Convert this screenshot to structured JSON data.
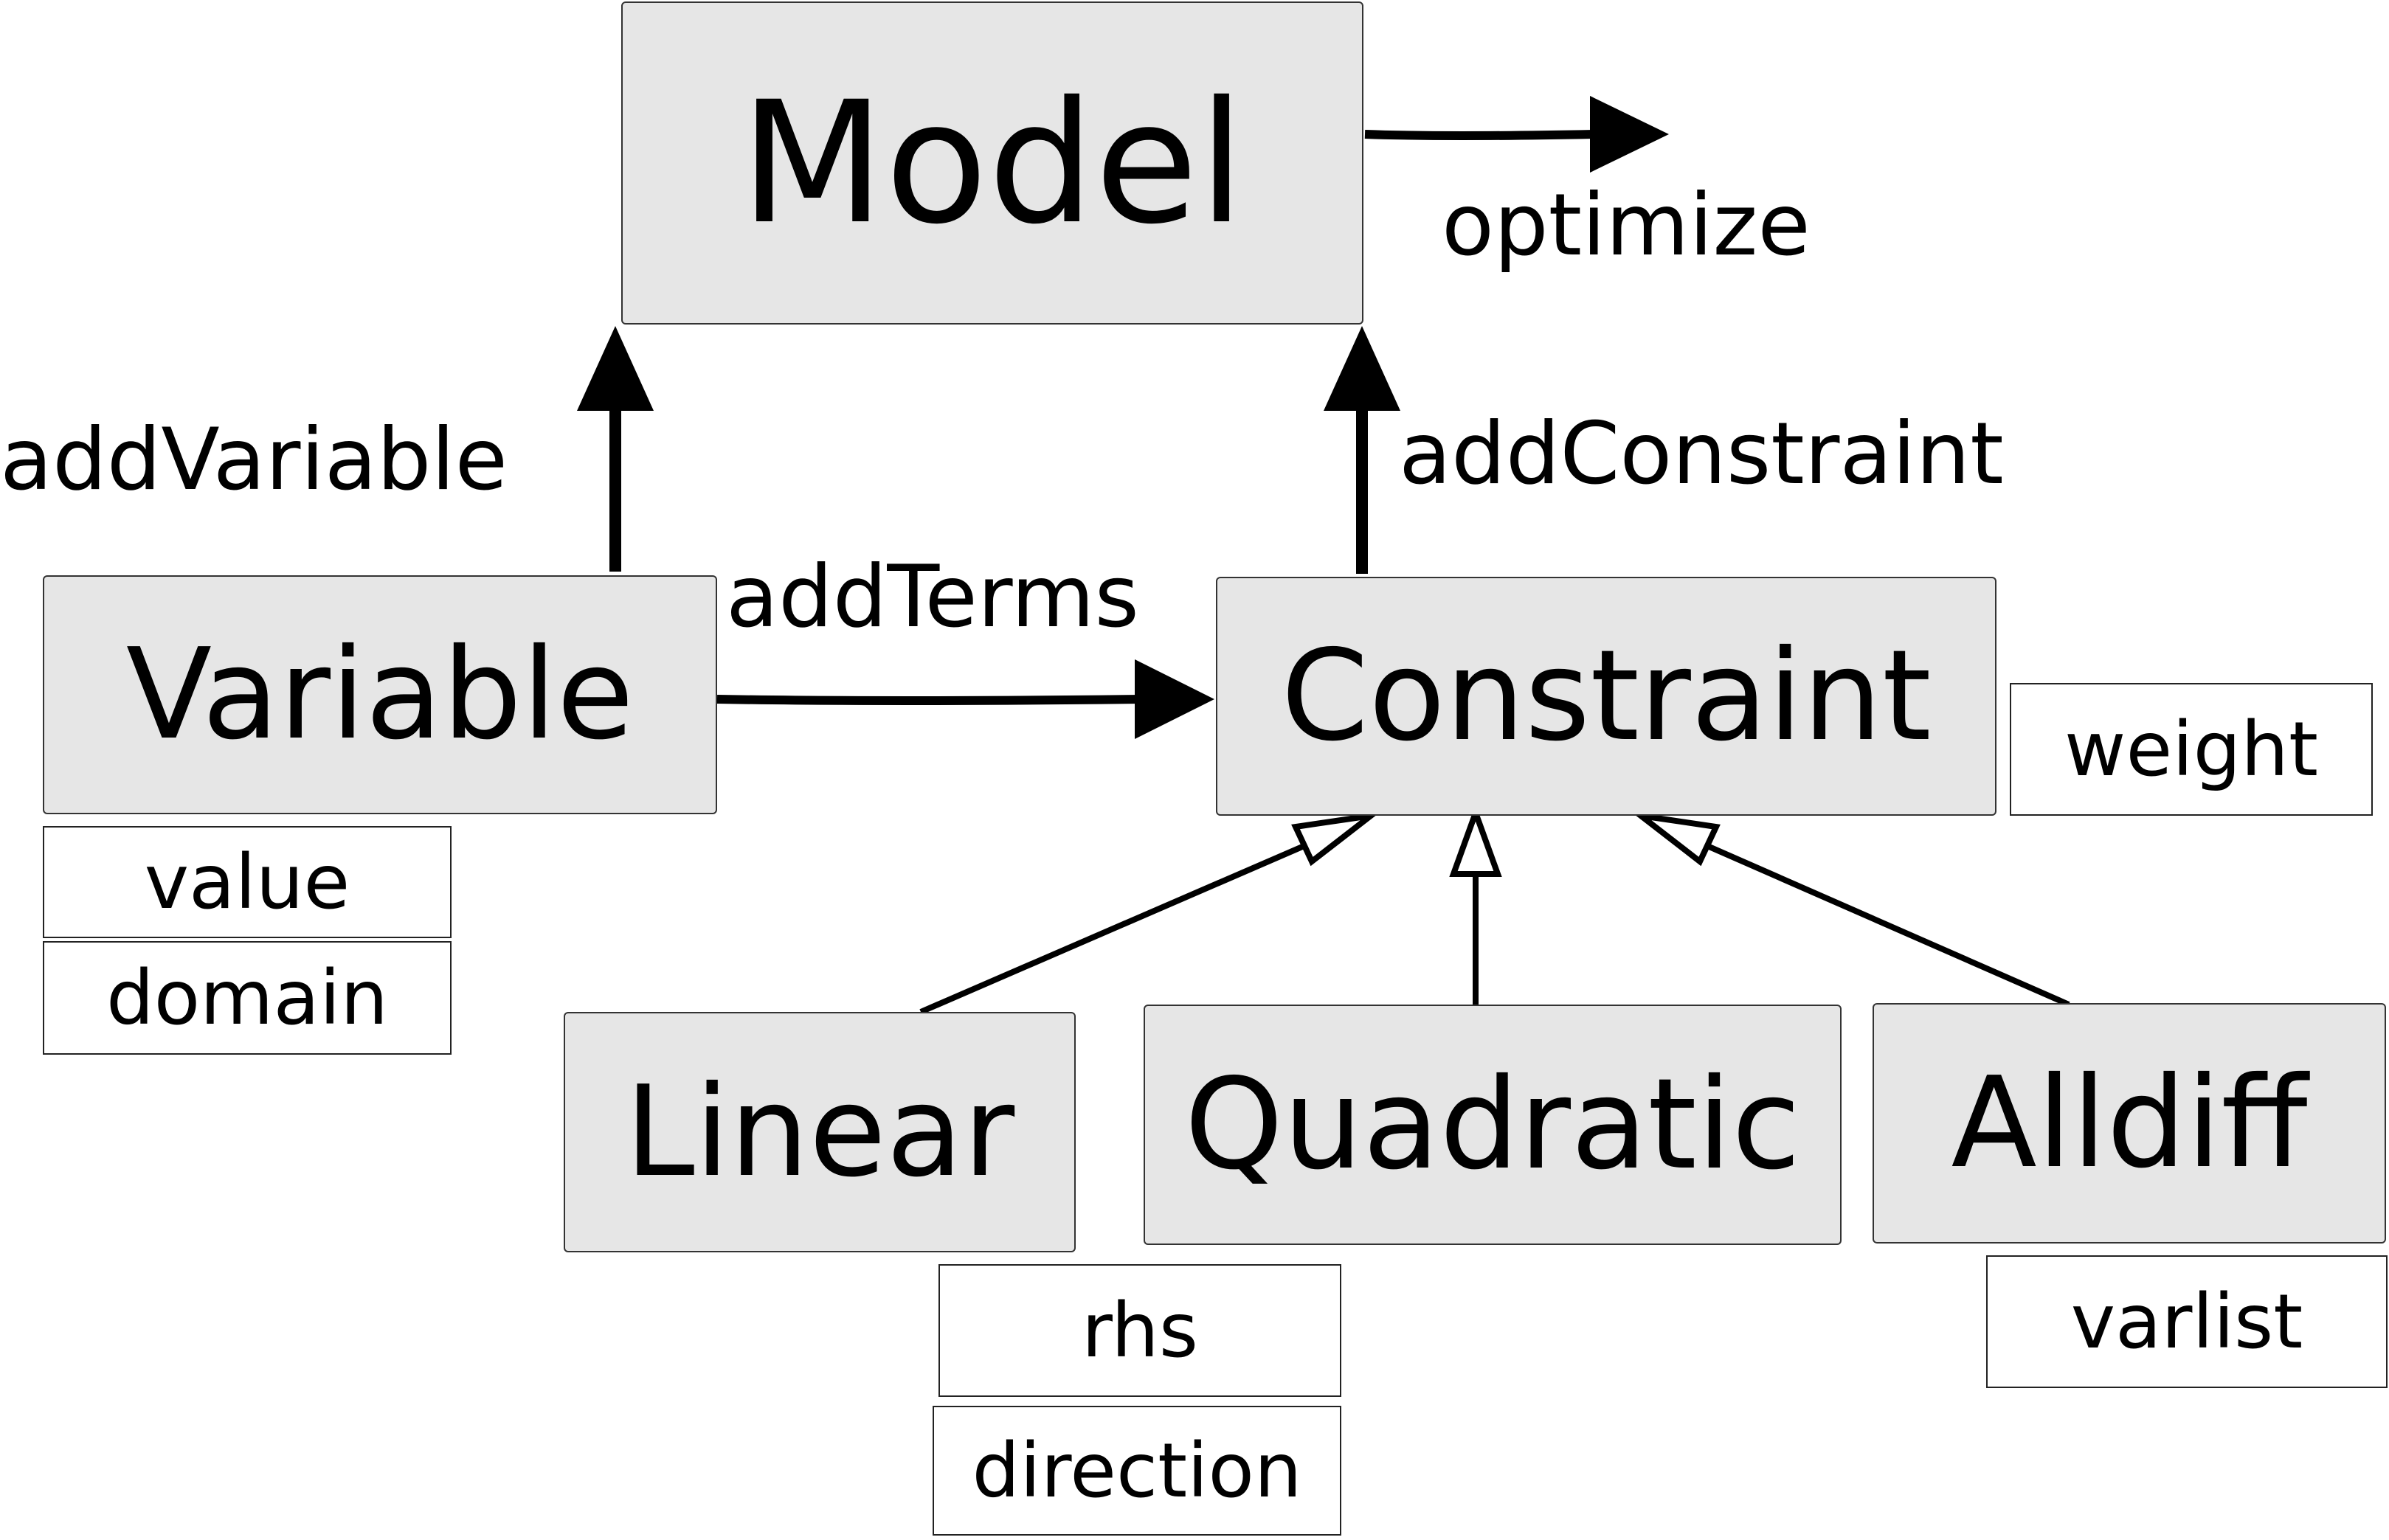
{
  "classes": {
    "model": "Model",
    "variable": "Variable",
    "constraint": "Constraint",
    "linear": "Linear",
    "quadratic": "Quadratic",
    "alldiff": "Alldiff"
  },
  "attributes": {
    "variable": [
      "value",
      "domain"
    ],
    "constraint": [
      "weight"
    ],
    "linear": [
      "rhs",
      "direction"
    ],
    "alldiff": [
      "varlist"
    ]
  },
  "relations": {
    "optimize": "optimize",
    "add_variable": "addVariable",
    "add_constraint": "addConstraint",
    "add_terms": "addTerms"
  }
}
